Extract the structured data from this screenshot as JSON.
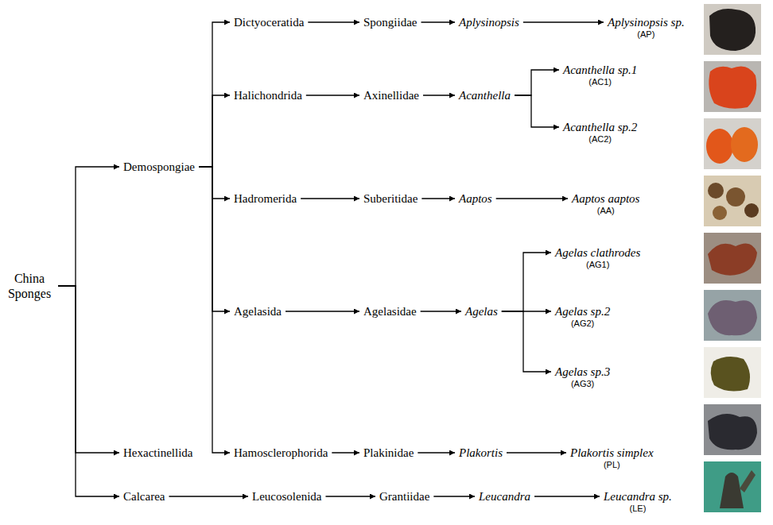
{
  "diagram": {
    "nodes": [
      {
        "text": [
          "China Sponges"
        ]
      },
      {
        "text": [
          "Demospongiae"
        ]
      },
      {
        "text": [
          "Hexactinellida"
        ]
      },
      {
        "text": [
          "Calcarea"
        ]
      },
      {
        "text": [
          "Dictyoceratida"
        ]
      },
      {
        "text": [
          "Spongiidae"
        ]
      },
      {
        "text": [
          "Aplysinopsis"
        ]
      },
      {
        "text": [
          "Aplysinopsis sp.",
          "(AP)"
        ]
      },
      {
        "text": [
          "Halichondrida"
        ]
      },
      {
        "text": [
          "Axinellidae"
        ]
      },
      {
        "text": [
          "Acanthella"
        ]
      },
      {
        "text": [
          "Acanthella sp.1",
          "(AC1)"
        ]
      },
      {
        "text": [
          "Acanthella sp.2",
          "(AC2)"
        ]
      },
      {
        "text": [
          "Hadromerida"
        ]
      },
      {
        "text": [
          "Suberitidae"
        ]
      },
      {
        "text": [
          "Aaptos"
        ]
      },
      {
        "text": [
          "Aaptos aaptos",
          "(AA)"
        ]
      },
      {
        "text": [
          "Agelasida"
        ]
      },
      {
        "text": [
          "Agelasidae"
        ]
      },
      {
        "text": [
          "Agelas"
        ]
      },
      {
        "text": [
          "Agelas clathrodes",
          "(AG1)"
        ]
      },
      {
        "text": [
          "Agelas sp.2",
          "(AG2)"
        ]
      },
      {
        "text": [
          "Agelas sp.3",
          "(AG3)"
        ]
      },
      {
        "text": [
          "Hamosclerophorida"
        ]
      },
      {
        "text": [
          "Plakinidae"
        ]
      },
      {
        "text": [
          "Plakortis"
        ]
      },
      {
        "text": [
          "Plakortis simplex",
          "(PL)"
        ]
      },
      {
        "text": [
          "Leucosolenida"
        ]
      },
      {
        "text": [
          "Grantiidae"
        ]
      },
      {
        "text": [
          "Leucandra"
        ]
      },
      {
        "text": [
          "Leucandra sp.",
          "(LE)"
        ]
      }
    ],
    "edges": [
      {
        "from": 0,
        "to": 1,
        "arrow": "to"
      },
      {
        "from": 0,
        "to": 2,
        "arrow": "to"
      },
      {
        "from": 0,
        "to": 3,
        "arrow": "to"
      },
      {
        "from": 1,
        "to": 4,
        "arrow": "to"
      },
      {
        "from": 1,
        "to": 8,
        "arrow": "to"
      },
      {
        "from": 1,
        "to": 13,
        "arrow": "to"
      },
      {
        "from": 1,
        "to": 17,
        "arrow": "to"
      },
      {
        "from": 1,
        "to": 23,
        "arrow": "to"
      },
      {
        "from": 4,
        "to": 5,
        "arrow": "to"
      },
      {
        "from": 5,
        "to": 6,
        "arrow": "to"
      },
      {
        "from": 6,
        "to": 7,
        "arrow": "to"
      },
      {
        "from": 8,
        "to": 9,
        "arrow": "to"
      },
      {
        "from": 9,
        "to": 10,
        "arrow": "to"
      },
      {
        "from": 10,
        "to": 11,
        "arrow": "to"
      },
      {
        "from": 10,
        "to": 12,
        "arrow": "to"
      },
      {
        "from": 13,
        "to": 14,
        "arrow": "to"
      },
      {
        "from": 14,
        "to": 15,
        "arrow": "to"
      },
      {
        "from": 15,
        "to": 16,
        "arrow": "to"
      },
      {
        "from": 17,
        "to": 18,
        "arrow": "to"
      },
      {
        "from": 18,
        "to": 19,
        "arrow": "to"
      },
      {
        "from": 19,
        "to": 20,
        "arrow": "to"
      },
      {
        "from": 19,
        "to": 21,
        "arrow": "to"
      },
      {
        "from": 19,
        "to": 22,
        "arrow": "to"
      },
      {
        "from": 23,
        "to": 24,
        "arrow": "to"
      },
      {
        "from": 24,
        "to": 25,
        "arrow": "to"
      },
      {
        "from": 25,
        "to": 26,
        "arrow": "to"
      },
      {
        "from": 3,
        "to": 27,
        "arrow": "to"
      },
      {
        "from": 27,
        "to": 28,
        "arrow": "to"
      },
      {
        "from": 28,
        "to": 29,
        "arrow": "to"
      },
      {
        "from": 29,
        "to": 30,
        "arrow": "to"
      }
    ]
  }
}
